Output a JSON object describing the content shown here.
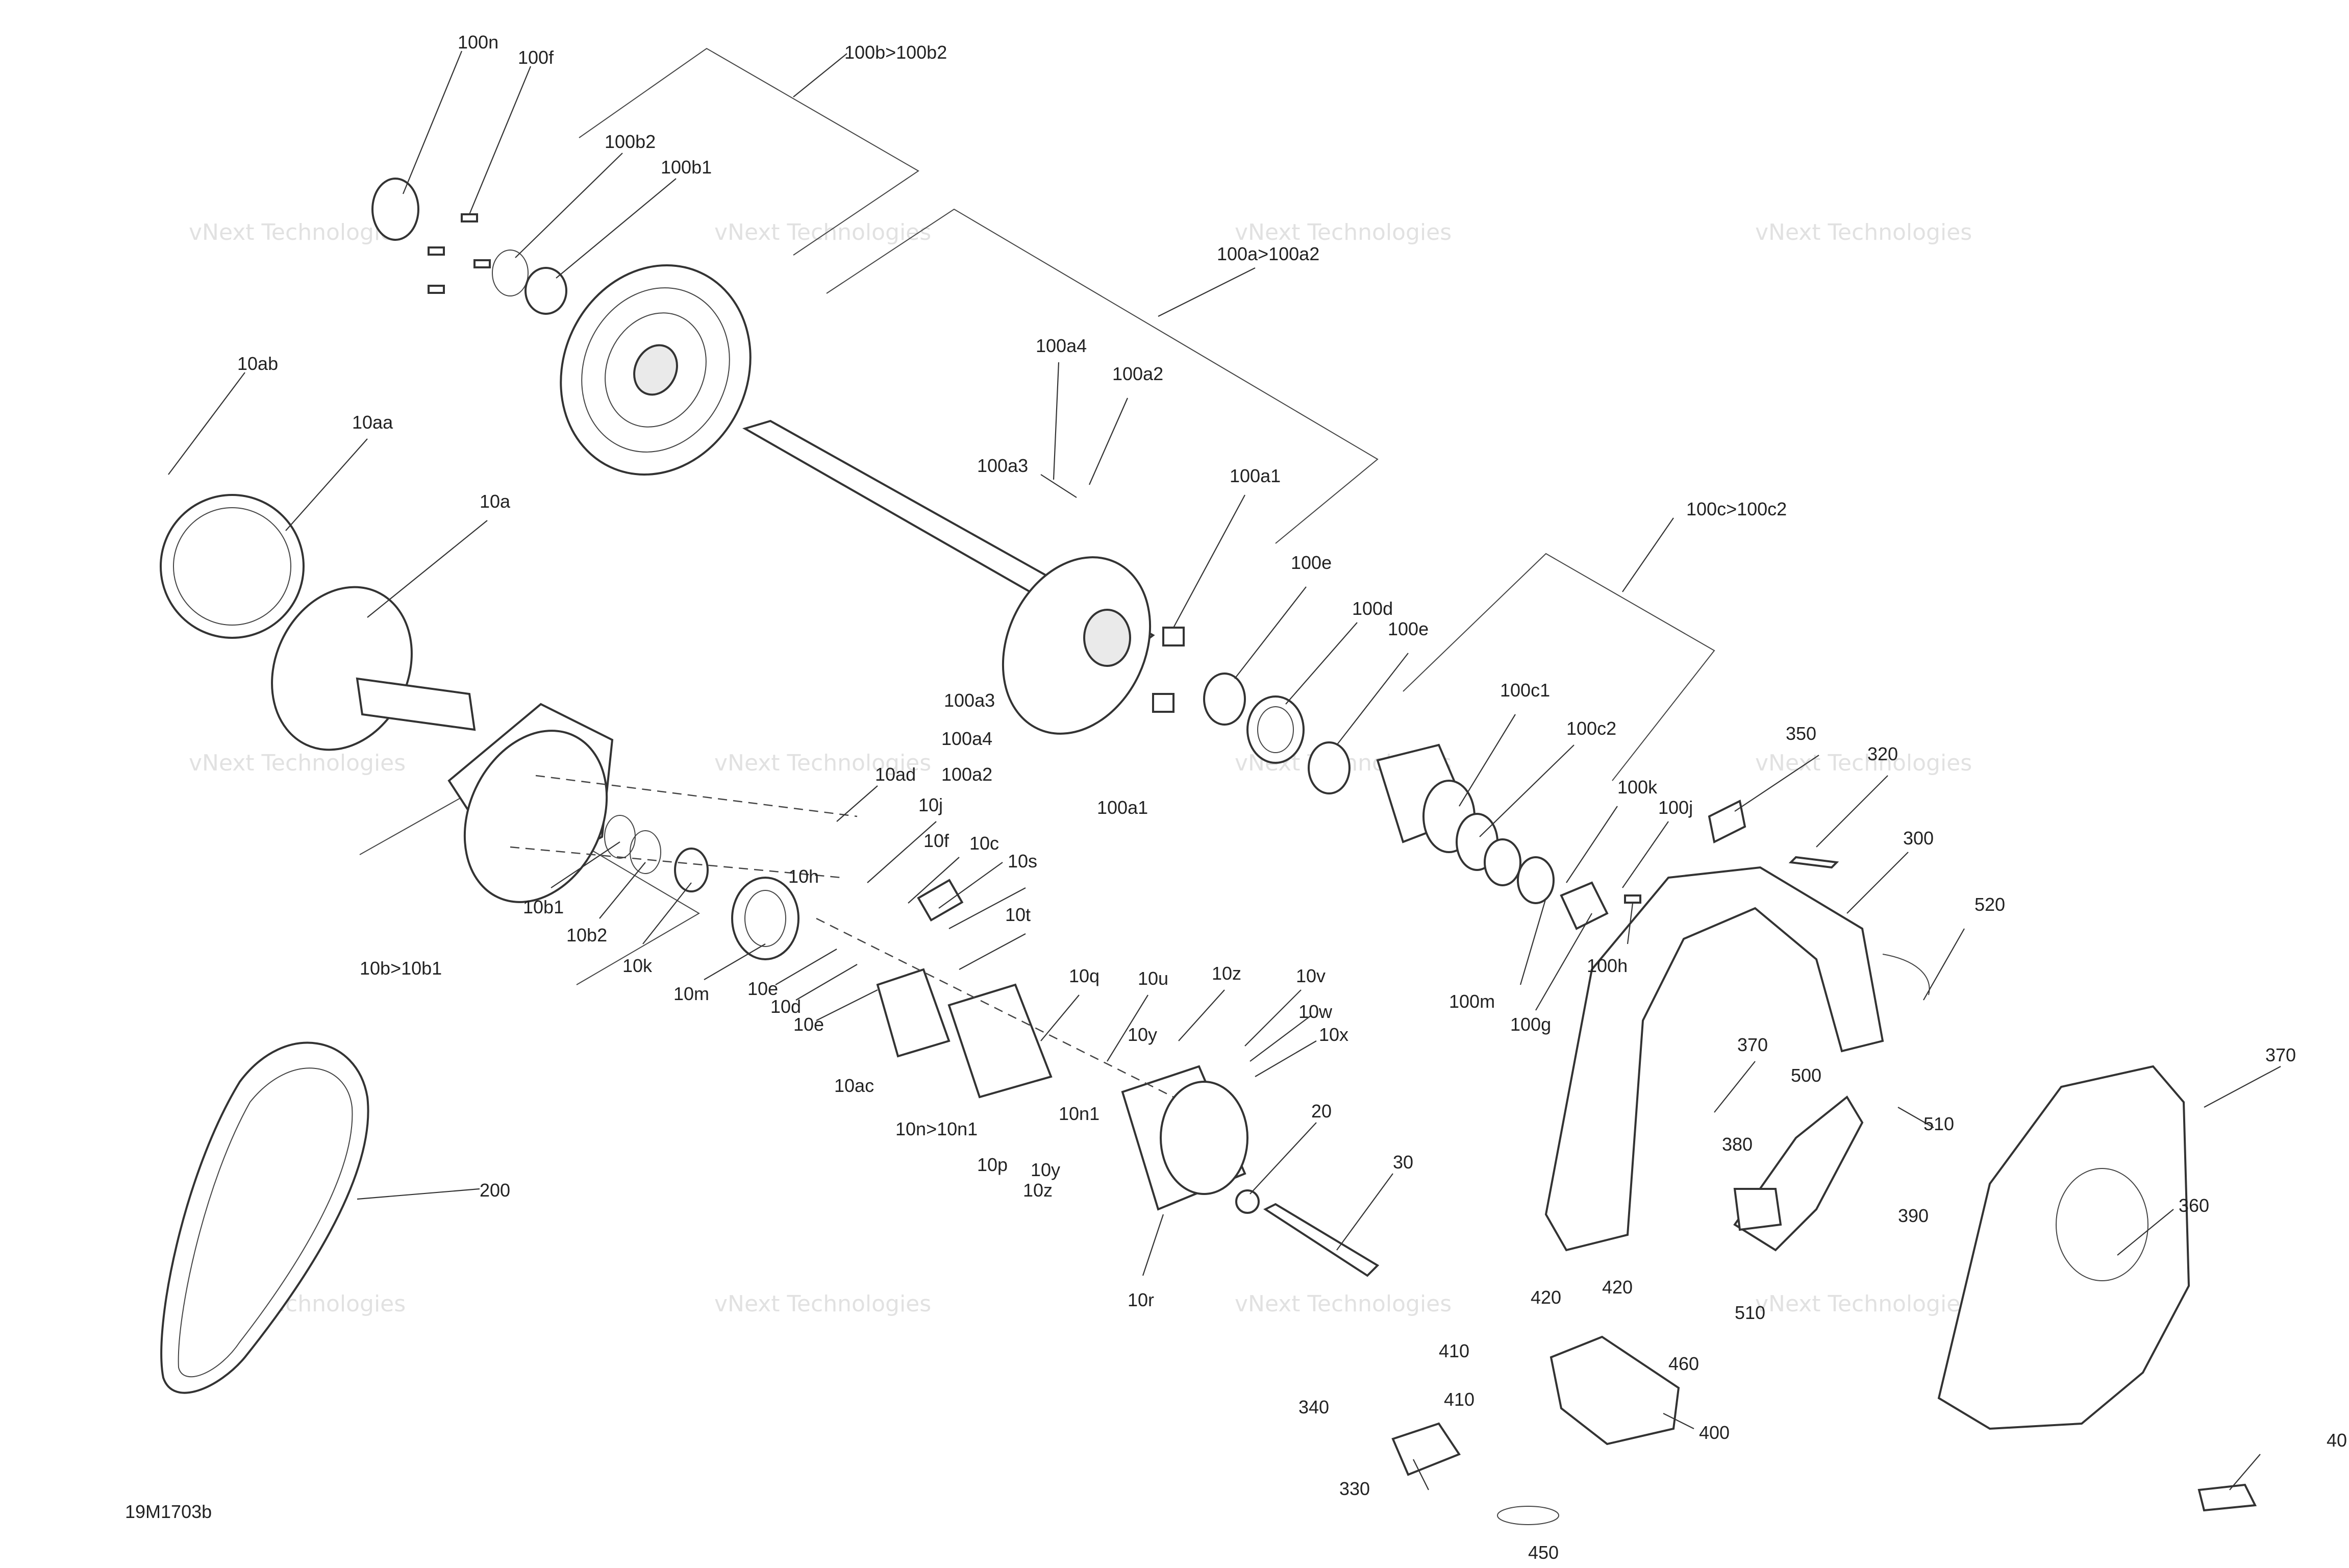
{
  "diagram": {
    "id": "19M1703b",
    "watermark": "vNext Technologies",
    "labels": [
      "100n",
      "100f",
      "100b>100b2",
      "100b2",
      "100b1",
      "100a>100a2",
      "100a4",
      "100a2",
      "100a3",
      "100a1",
      "100e",
      "100d",
      "100e",
      "100c>100c2",
      "100c1",
      "100c2",
      "100k",
      "100j",
      "100h",
      "100g",
      "100m",
      "10ab",
      "10aa",
      "10a",
      "10ad",
      "10j",
      "10f",
      "10c",
      "10s",
      "10t",
      "10h",
      "10b1",
      "10b2",
      "10k",
      "10m",
      "10e",
      "10d",
      "10e",
      "10b>10b1",
      "10q",
      "10u",
      "10z",
      "10v",
      "10w",
      "10x",
      "10y",
      "10n1",
      "10n>10n1",
      "10p",
      "10y",
      "10z",
      "10ac",
      "10r",
      "20",
      "30",
      "100a3",
      "100a4",
      "100a2",
      "100a1",
      "200",
      "350",
      "320",
      "300",
      "520",
      "370",
      "500",
      "510",
      "380",
      "390",
      "370",
      "360",
      "510",
      "420",
      "420",
      "460",
      "410",
      "410",
      "400",
      "340",
      "330",
      "450",
      "40"
    ]
  }
}
